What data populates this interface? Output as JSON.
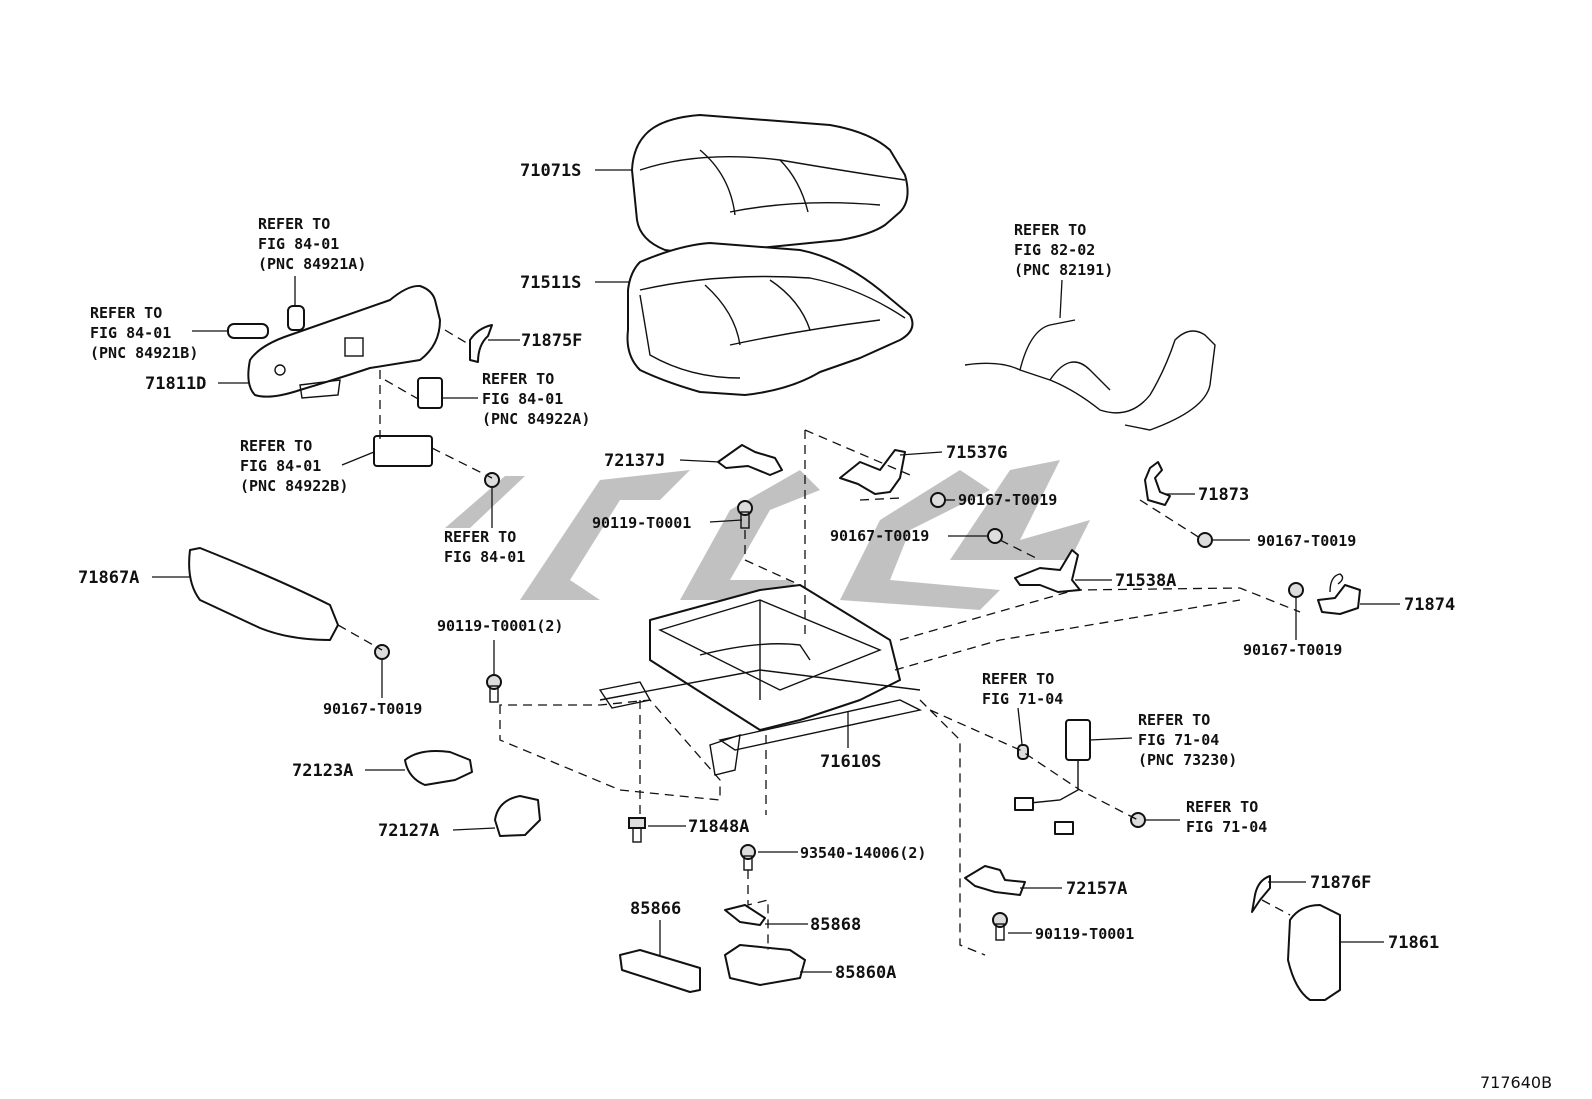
{
  "diagram_id": "717640B",
  "parts": {
    "cushion_cover": "71071S",
    "cushion_pad": "71511S",
    "lh_shield": "71811D",
    "shield_cover_small": "71875F",
    "bracket_72137J": "72137J",
    "bolt_90119_t0001_a": "90119-T0001",
    "hinge_71537G": "71537G",
    "screw_90167_t0019_a": "90167-T0019",
    "screw_90167_t0019_b": "90167-T0019",
    "bracket_71538A": "71538A",
    "hook_71873": "71873",
    "screw_90167_t0019_c": "90167-T0019",
    "hook_71874": "71874",
    "screw_90167_t0019_d": "90167-T0019",
    "side_cover": "71867A",
    "screw_90167_t0019_e": "90167-T0019",
    "bolt_90119_t0001_2": "90119-T0001(2)",
    "adjuster": "71610S",
    "cover_72123A": "72123A",
    "cover_72127A": "72127A",
    "clip_71848A": "71848A",
    "bolt_93540": "93540-14006(2)",
    "bracket_85866": "85866",
    "bracket_85868": "85868",
    "sensor_85860A": "85860A",
    "bracket_72157A": "72157A",
    "bolt_90119_t0001_b": "90119-T0001",
    "cover_71876F": "71876F",
    "cover_71861": "71861"
  },
  "refs": {
    "ref_84921A": [
      "REFER TO",
      "FIG 84-01",
      "(PNC 84921A)"
    ],
    "ref_84921B": [
      "REFER TO",
      "FIG 84-01",
      "(PNC 84921B)"
    ],
    "ref_84922A": [
      "REFER TO",
      "FIG 84-01",
      "(PNC 84922A)"
    ],
    "ref_84922B": [
      "REFER TO",
      "FIG 84-01",
      "(PNC 84922B)"
    ],
    "ref_8401": [
      "REFER TO",
      "FIG 84-01"
    ],
    "ref_82191": [
      "REFER TO",
      "FIG 82-02",
      "(PNC 82191)"
    ],
    "ref_7104_a": [
      "REFER TO",
      "FIG 71-04"
    ],
    "ref_73230": [
      "REFER TO",
      "FIG 71-04",
      "(PNC 73230)"
    ],
    "ref_7104_b": [
      "REFER TO",
      "FIG 71-04"
    ]
  }
}
